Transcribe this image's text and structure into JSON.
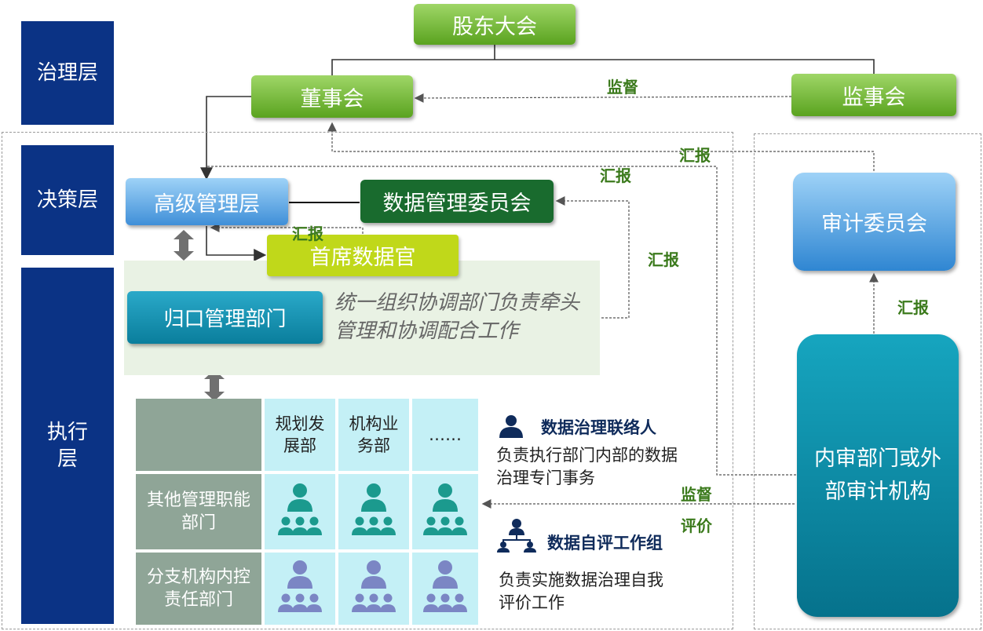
{
  "layers": {
    "governance": "治理层",
    "decision": "决策层",
    "execution": "执行\n层"
  },
  "nodes": {
    "shareholders": "股东大会",
    "board": "董事会",
    "supervisors": "监事会",
    "senior_mgmt": "高级管理层",
    "data_committee": "数据管理委员会",
    "cdo": "首席数据官",
    "lead_dept": "归口管理部门",
    "lead_desc": "统一组织协调部门负责牵头管理和协调配合工作",
    "audit_committee": "审计委员会",
    "internal_audit": "内审部门或外部审计机构"
  },
  "edge_labels": {
    "supervise_top": "监督",
    "report_1": "汇报",
    "report_2": "汇报",
    "report_cdo": "汇报",
    "report_committee": "汇报",
    "report_audit": "汇报",
    "supervise_bottom": "监督",
    "evaluate": "评价"
  },
  "grid": {
    "columns": [
      "规划发展部",
      "机构业务部",
      "……"
    ],
    "rows": [
      "其他管理职能部门",
      "分支机构内控责任部门"
    ]
  },
  "roles": {
    "liaison_title": "数据治理联络人",
    "liaison_desc": "负责执行部门内部的数据治理专门事务",
    "selfeval_title": "数据自评工作组",
    "selfeval_desc": "负责实施数据治理自我评价工作"
  },
  "colors": {
    "layer_bg": "#0b3385",
    "green": "#6fb52e",
    "dark_green": "#196b2e",
    "lime": "#c0d81a",
    "teal": "#0a7e9c",
    "grid_gray": "#8fa597",
    "grid_cell": "#c4f0f6"
  }
}
